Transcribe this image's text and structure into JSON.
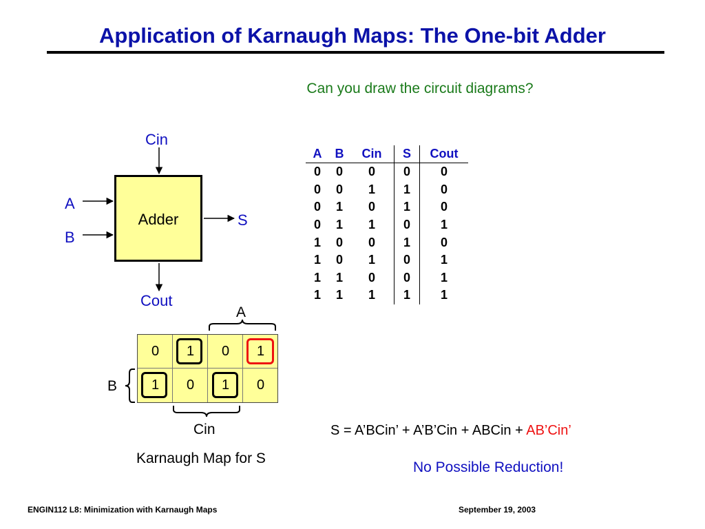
{
  "title": "Application of Karnaugh Maps: The One-bit Adder",
  "question": "Can you draw the circuit diagrams?",
  "adder_block": {
    "label": "Adder",
    "inputs": {
      "cin": "Cin",
      "a": "A",
      "b": "B"
    },
    "outputs": {
      "s": "S",
      "cout": "Cout"
    },
    "fill_color": "#ffff99"
  },
  "truth_table": {
    "headers": [
      "A",
      "B",
      "Cin",
      "S",
      "Cout"
    ],
    "rows": [
      [
        "0",
        "0",
        "0",
        "0",
        "0"
      ],
      [
        "0",
        "0",
        "1",
        "1",
        "0"
      ],
      [
        "0",
        "1",
        "0",
        "1",
        "0"
      ],
      [
        "0",
        "1",
        "1",
        "0",
        "1"
      ],
      [
        "1",
        "0",
        "0",
        "1",
        "0"
      ],
      [
        "1",
        "0",
        "1",
        "0",
        "1"
      ],
      [
        "1",
        "1",
        "0",
        "0",
        "1"
      ],
      [
        "1",
        "1",
        "1",
        "1",
        "1"
      ]
    ]
  },
  "kmap": {
    "label_a": "A",
    "label_b": "B",
    "label_cin": "Cin",
    "caption": "Karnaugh Map for S",
    "rows": [
      [
        "0",
        "1",
        "0",
        "1"
      ],
      [
        "1",
        "0",
        "1",
        "0"
      ]
    ],
    "group_color_black": "#000000",
    "group_color_red": "#ee1111"
  },
  "equation": {
    "prefix": "S = A’BCin’ + A’B’Cin + ABCin + ",
    "highlight": "AB’Cin’"
  },
  "conclusion": "No Possible Reduction!",
  "footer": {
    "left": "ENGIN112  L8: Minimization with Karnaugh Maps",
    "right": "September 19, 2003"
  },
  "colors": {
    "title": "#0b12a8",
    "labels": "#1010c0",
    "question": "#1a7a1a",
    "highlight": "#ee1111"
  }
}
